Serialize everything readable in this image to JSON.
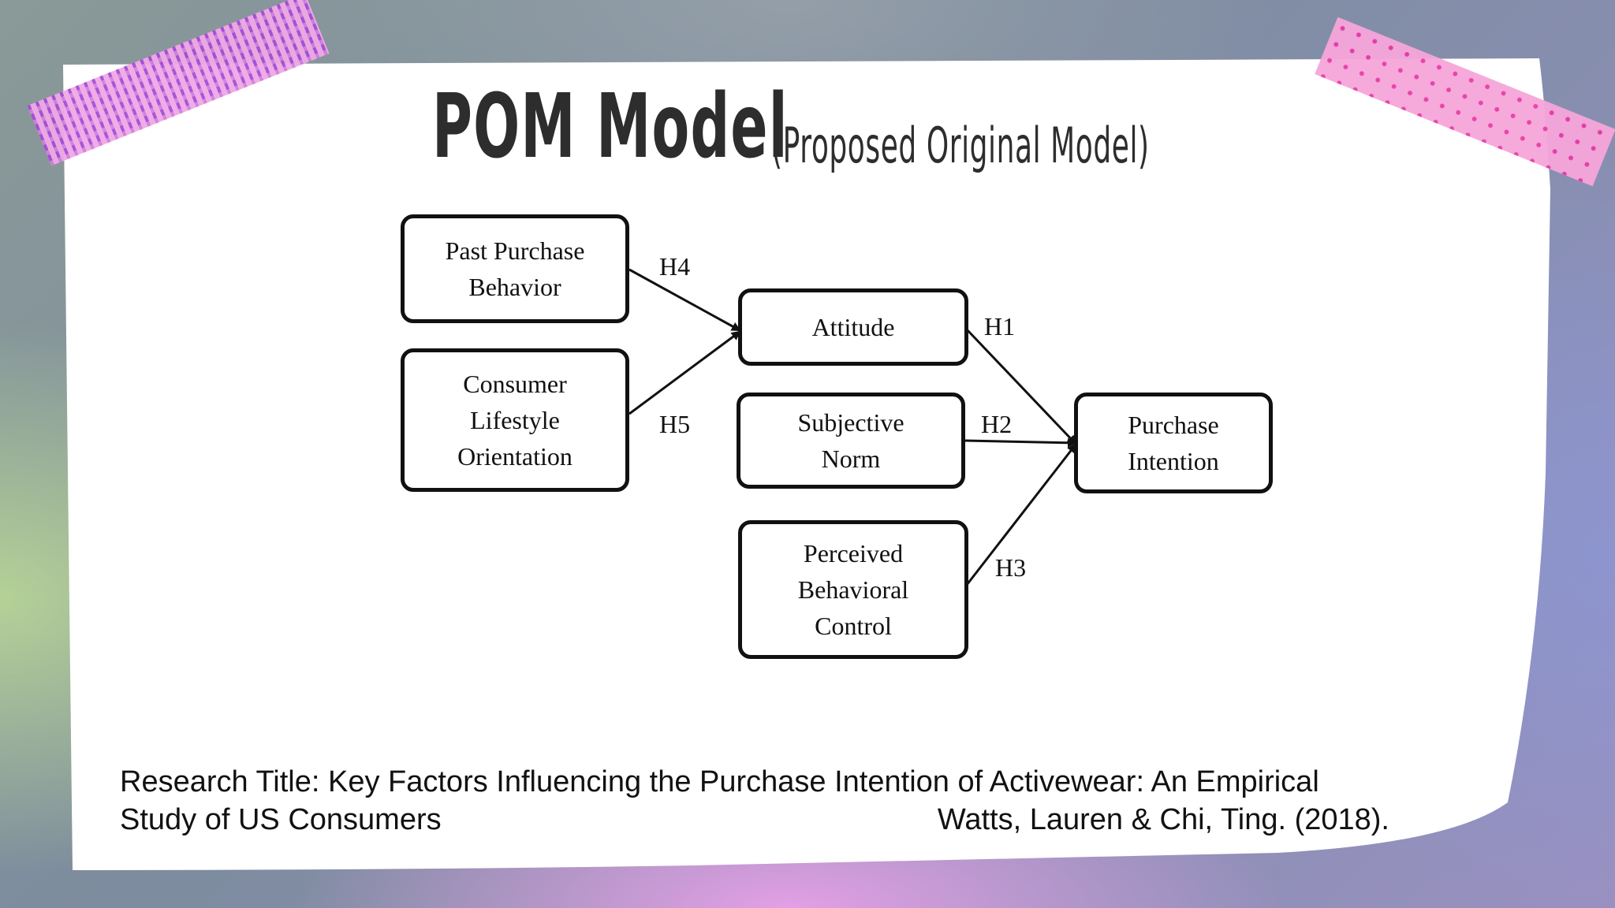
{
  "slide": {
    "title_main": "POM Model",
    "title_sub": "(Proposed Original Model)"
  },
  "diagram": {
    "nodes": {
      "past_purchase": "Past Purchase\nBehavior",
      "consumer_lifestyle": "Consumer\nLifestyle\nOrientation",
      "attitude": "Attitude",
      "subjective_norm": "Subjective\nNorm",
      "perceived_control": "Perceived\nBehavioral\nControl",
      "purchase_intention": "Purchase\nIntention"
    },
    "edges": [
      {
        "from": "Past Purchase Behavior",
        "to": "Attitude",
        "label": "H4"
      },
      {
        "from": "Consumer Lifestyle Orientation",
        "to": "Attitude",
        "label": "H5"
      },
      {
        "from": "Attitude",
        "to": "Purchase Intention",
        "label": "H1"
      },
      {
        "from": "Subjective Norm",
        "to": "Purchase Intention",
        "label": "H2"
      },
      {
        "from": "Perceived Behavioral Control",
        "to": "Purchase Intention",
        "label": "H3"
      }
    ]
  },
  "caption": {
    "line1": "Research Title:  Key Factors Influencing the Purchase Intention of Activewear: An Empirical",
    "line2_left": "Study of US Consumers",
    "line2_right": "Watts, Lauren & Chi, Ting. (2018)."
  }
}
